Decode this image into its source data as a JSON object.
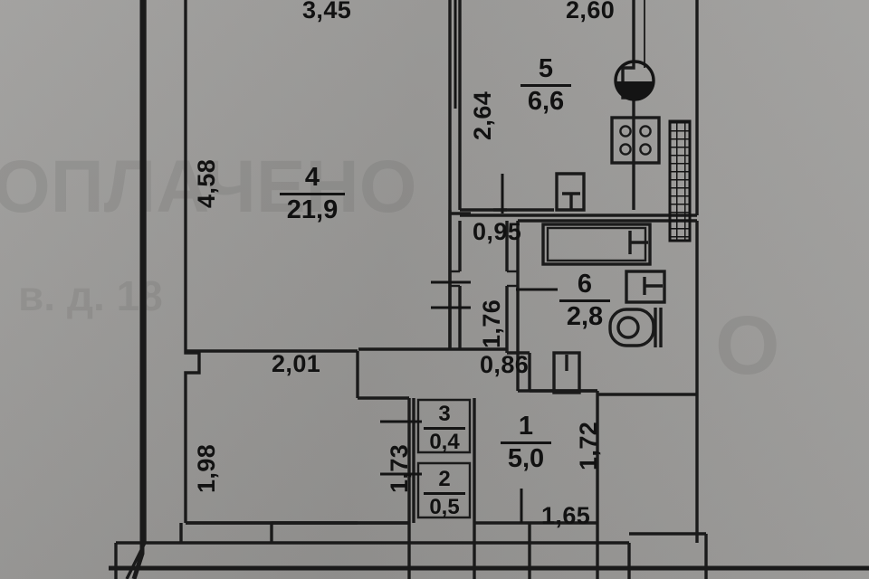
{
  "document": {
    "type": "apartment-floor-plan",
    "background_color": "#9b9a98",
    "ink_color": "#141414",
    "bleed_through_text": [
      "ОПЛАЧЕНО",
      "в. д. 18",
      "О"
    ]
  },
  "rooms": [
    {
      "id": "room-1",
      "number": "1",
      "area": "5,0",
      "name": "korridor"
    },
    {
      "id": "room-2",
      "number": "2",
      "area": "0,5",
      "name": "closet-lower"
    },
    {
      "id": "room-3",
      "number": "3",
      "area": "0,4",
      "name": "closet-upper"
    },
    {
      "id": "room-4",
      "number": "4",
      "area": "21,9",
      "name": "living-room"
    },
    {
      "id": "room-5",
      "number": "5",
      "area": "6,6",
      "name": "kitchen"
    },
    {
      "id": "room-6",
      "number": "6",
      "area": "2,8",
      "name": "bathroom"
    }
  ],
  "dimensions": {
    "top_left": "3,45",
    "top_right": "2,60",
    "left_upper": "4,58",
    "left_lower": "1,98",
    "kitchen_left": "2,64",
    "mid_upper": "2,01",
    "corridor_width": "0,95",
    "corridor_height": "1,76",
    "corridor_lower": "0,86",
    "closet_height": "1,73",
    "right_lower": "1,72",
    "bottom_right": "1,65"
  },
  "fixtures": [
    {
      "id": "kitchen-sink",
      "name": "sink-icon"
    },
    {
      "id": "kitchen-stove",
      "name": "stove-icon"
    },
    {
      "id": "ventilation-duct",
      "name": "ventilation-grille-icon"
    },
    {
      "id": "bathtub",
      "name": "bathtub-icon"
    },
    {
      "id": "bathroom-sink",
      "name": "washbasin-icon"
    },
    {
      "id": "toilet",
      "name": "toilet-icon"
    }
  ]
}
